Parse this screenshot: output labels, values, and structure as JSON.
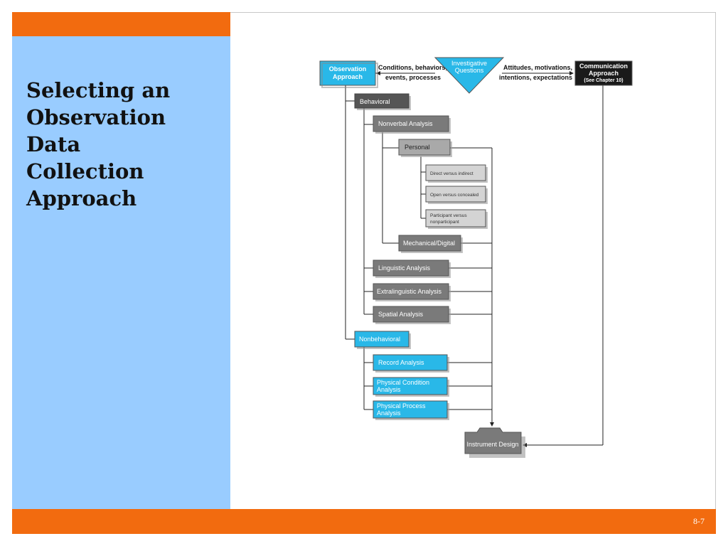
{
  "slide": {
    "title": "Selecting an\nObservation\nData\nCollection\nApproach",
    "page_number": "8-7"
  },
  "colors": {
    "orange": "#f26b0f",
    "panel_blue": "#99ccff",
    "cyan": "#29b8e8",
    "dark_gray": "#555555",
    "mid_gray": "#7a7a7a",
    "light_gray": "#a9a9a9",
    "pale_gray": "#d4d4d4",
    "black": "#1a1a1a"
  },
  "diagram": {
    "observation": [
      "Observation",
      "Approach"
    ],
    "cond_text": [
      "Conditions, behaviors,",
      "events, processes"
    ],
    "investigative": [
      "Investigative",
      "Questions"
    ],
    "attitude_text": [
      "Attitudes, motivations,",
      "intentions, expectations"
    ],
    "communication": [
      "Communication",
      "Approach",
      "(See Chapter 10)"
    ],
    "behavioral": "Behavioral",
    "nonverbal": "Nonverbal Analysis",
    "personal": "Personal",
    "direct": "Direct versus indirect",
    "open": "Open versus concealed",
    "participant": [
      "Participant versus",
      "nonparticipant"
    ],
    "mechanical": "Mechanical/Digital",
    "linguistic": "Linguistic Analysis",
    "extralinguistic": "Extralinguistic Analysis",
    "spatial": "Spatial Analysis",
    "nonbehavioral": "Nonbehavioral",
    "record": "Record Analysis",
    "physical_condition": [
      "Physical Condition",
      "Analysis"
    ],
    "physical_process": [
      "Physical Process",
      "Analysis"
    ],
    "instrument": "Instrument Design"
  }
}
